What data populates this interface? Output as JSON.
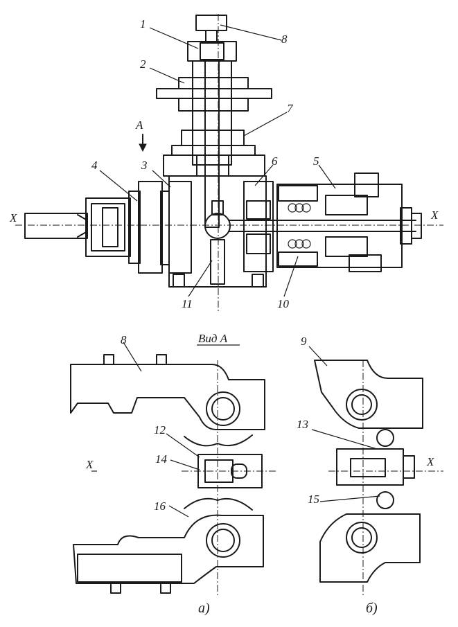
{
  "labels": {
    "n1": "1",
    "n2": "2",
    "n3": "3",
    "n4": "4",
    "n5": "5",
    "n6": "6",
    "n7": "7",
    "n8": "8",
    "n9": "9",
    "n10": "10",
    "n11": "11",
    "n12": "12",
    "n13": "13",
    "n14": "14",
    "n15": "15",
    "n16": "16",
    "arrowA": "A",
    "axisX": "X",
    "viewA": "Вид А",
    "subA": "а)",
    "subB": "б)"
  }
}
